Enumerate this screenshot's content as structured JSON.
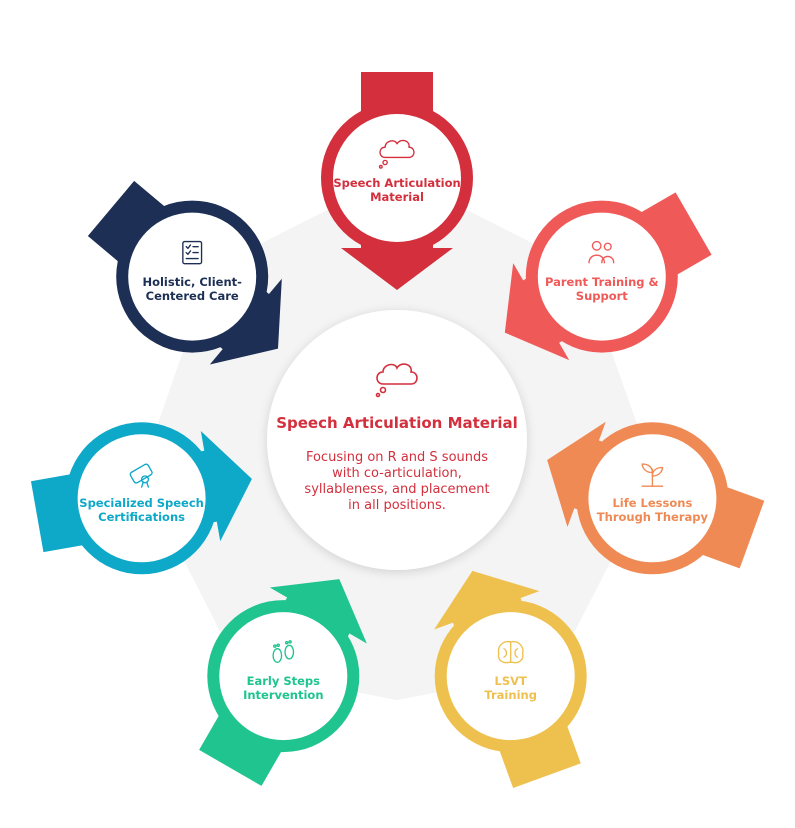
{
  "center": {
    "title": "Speech Articulation Material",
    "description": "Focusing on R and S sounds\nwith co-articulation,\nsyllableness, and placement\nin all positions.",
    "icon": "thought-cloud-icon",
    "color": "#d32f3c"
  },
  "nodes": [
    {
      "id": "speech-articulation",
      "label": "Speech Articulation\nMaterial",
      "icon": "thought-cloud-icon",
      "color": "#d32f3c"
    },
    {
      "id": "parent-training",
      "label": "Parent Training &\nSupport",
      "icon": "family-icon",
      "color": "#ef5a58"
    },
    {
      "id": "life-lessons",
      "label": "Life Lessons\nThrough Therapy",
      "icon": "plant-sprout-icon",
      "color": "#ef8a55"
    },
    {
      "id": "lsvt-training",
      "label": "LSVT\nTraining",
      "icon": "brain-icon",
      "color": "#eec14f"
    },
    {
      "id": "early-steps",
      "label": "Early Steps\nIntervention",
      "icon": "footprints-icon",
      "color": "#1fc48f"
    },
    {
      "id": "specialized-speech",
      "label": "Specialized Speech\nCertifications",
      "icon": "diploma-icon",
      "color": "#0ea8c9"
    },
    {
      "id": "holistic-care",
      "label": "Holistic, Client-\nCentered Care",
      "icon": "checklist-icon",
      "color": "#1d2f55"
    }
  ]
}
